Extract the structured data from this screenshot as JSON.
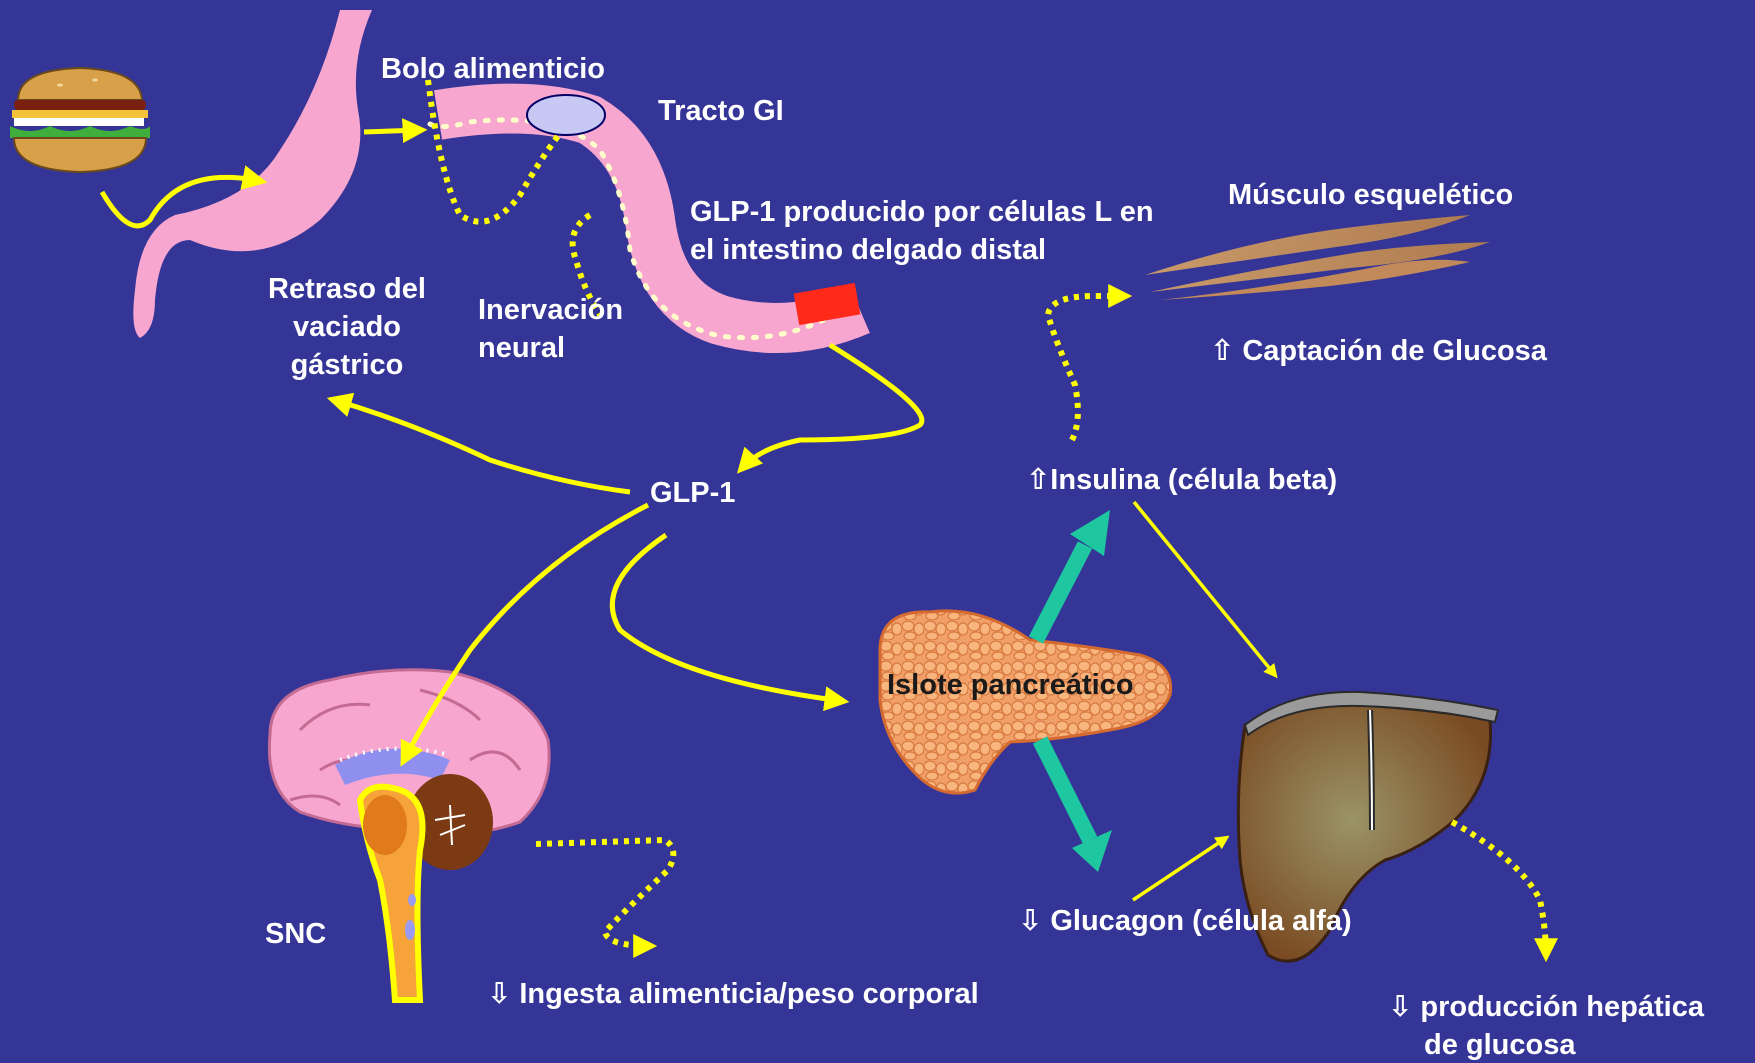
{
  "colors": {
    "background": "#343597",
    "arrow_yellow": "#ffff00",
    "arrow_teal": "#1fc7a0",
    "gi_tract_pink": "#f7a6cf",
    "l_cell_red": "#ff2a1a",
    "label_text": "#ffffff",
    "islet_label_text": "#1a1a1a"
  },
  "icons": {
    "food": "hamburger-icon",
    "stomach": "stomach-icon",
    "intestine": "gi-tract-icon",
    "muscle": "skeletal-muscle-icon",
    "brain": "brain-icon",
    "pancreas": "pancreas-icon",
    "liver": "liver-icon"
  },
  "labels": {
    "bolo": "Bolo alimenticio",
    "tracto": "Tracto GI",
    "glp1_producido_l1": "GLP-1 producido por células L en",
    "glp1_producido_l2": "el intestino delgado distal",
    "musculo": "Músculo esquelético",
    "retraso_l1": "Retraso del",
    "retraso_l2": "vaciado",
    "retraso_l3": "gástrico",
    "inervacion_l1": "Inervación",
    "inervacion_l2": "neural",
    "captacion": "⇧ Captación de Glucosa",
    "glp1": "GLP-1",
    "insulina": "⇧Insulina (célula beta)",
    "islote": "Islote pancreático",
    "snc": "SNC",
    "glucagon": "⇩ Glucagon (célula alfa)",
    "ingesta": "⇩ Ingesta alimenticia/peso corporal",
    "produccion_l1": "⇩ producción hepática",
    "produccion_l2": "de glucosa"
  }
}
